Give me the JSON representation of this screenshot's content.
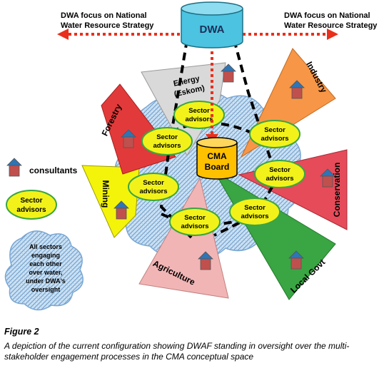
{
  "top": {
    "left_note_line1": "DWA focus on National",
    "left_note_line2": "Water Resource  Strategy",
    "right_note_line1": "DWA focus on National",
    "right_note_line2": "Water Resource  Strategy",
    "dwa_label": "DWA"
  },
  "center": {
    "cma_line1": "CMA",
    "cma_line2": "Board"
  },
  "sectors": [
    {
      "label_line1": "Energy",
      "label_line2": "(Eskom)",
      "color": "#d9d9d9"
    },
    {
      "label_line1": "Industry",
      "color": "#f79646"
    },
    {
      "label_line1": "Conservation",
      "color": "#e64b5a"
    },
    {
      "label_line1": "Local Govt",
      "color": "#3aa543"
    },
    {
      "label_line1": "Agriculture",
      "color": "#f2b5b5"
    },
    {
      "label_line1": "Mining",
      "color": "#f4f40a"
    },
    {
      "label_line1": "Forestry",
      "color": "#e23a3a"
    }
  ],
  "advisors": {
    "line1": "Sector",
    "line2": "advisors",
    "fill": "#f2f21a",
    "stroke": "#3aa543"
  },
  "legend": {
    "consultants": "consultants",
    "advisors_line1": "Sector",
    "advisors_line2": "advisors",
    "cloud_lines": [
      "All sectors",
      "engaging",
      "each other",
      "over water,",
      "under DWA's",
      "oversight"
    ]
  },
  "caption": {
    "title": "Figure 2",
    "text": "A depiction of the  current configuration  showing DWAF  standing in oversight over the multi-stakeholder engagement  processes in the CMA conceptual space"
  }
}
